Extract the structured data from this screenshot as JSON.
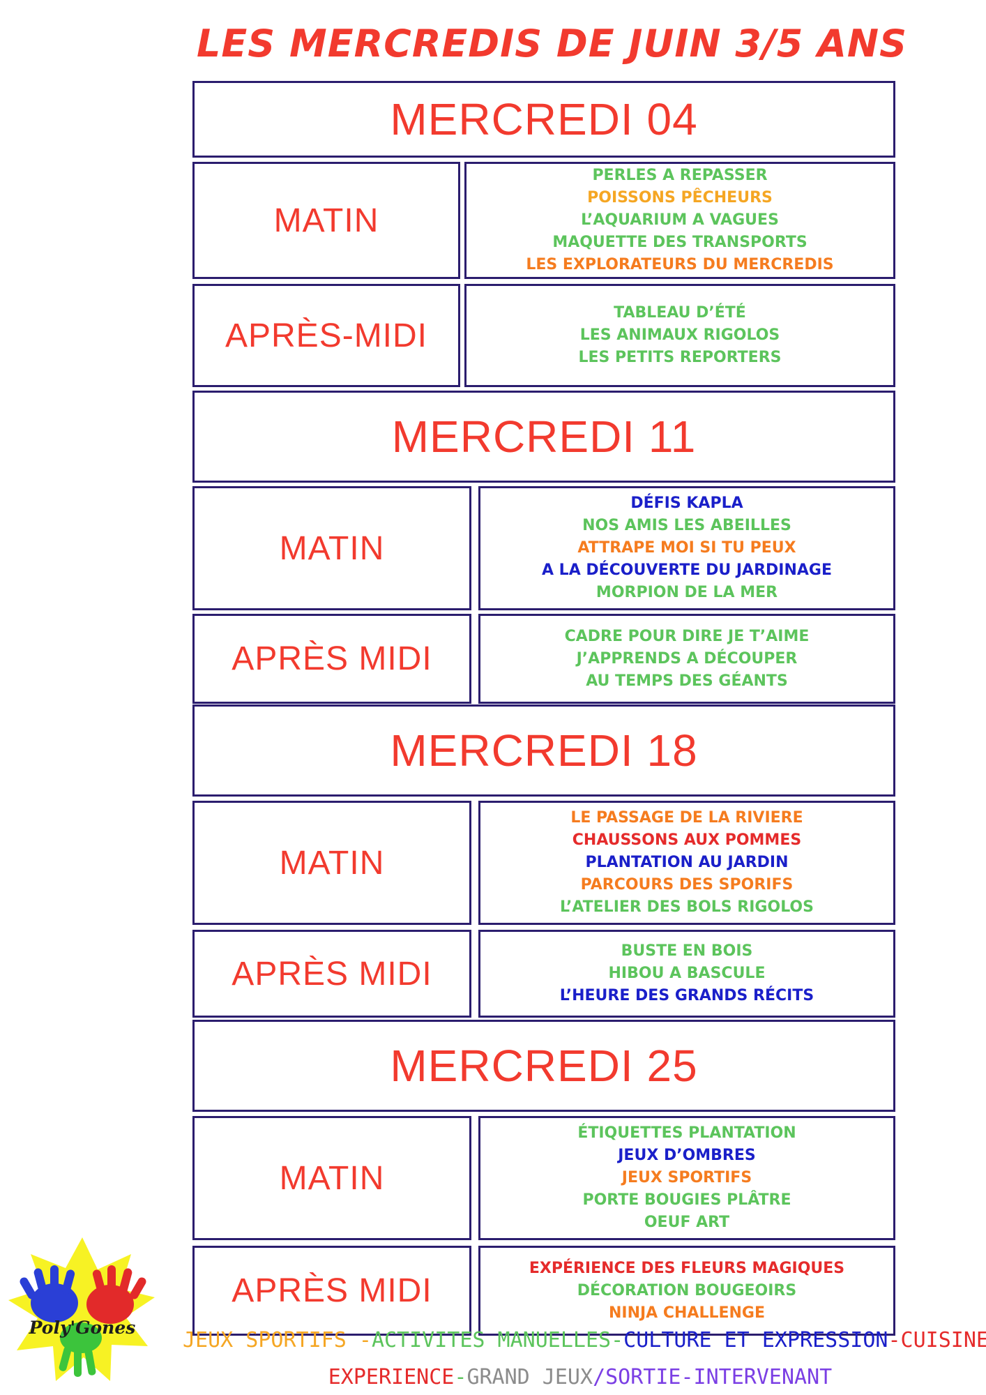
{
  "title": "LES MERCREDIS DE JUIN 3/5 ANS",
  "colors": {
    "accent_red": "#f23a2e",
    "border": "#2b1d6e",
    "green": "#5cc45c",
    "orange": "#f5a623",
    "deep_orange": "#f57c1f",
    "blue": "#1a1fc9",
    "red": "#e52b2b",
    "gray": "#8c8c8c",
    "purple": "#7b3fe4"
  },
  "days": [
    {
      "label": "MERCREDI 04",
      "morning": {
        "label": "MATIN",
        "activities": [
          {
            "text": "PERLES A REPASSER",
            "color": "#5cc45c"
          },
          {
            "text": "POISSONS PÊCHEURS",
            "color": "#f5a623"
          },
          {
            "text": "L’AQUARIUM A VAGUES",
            "color": "#5cc45c"
          },
          {
            "text": "MAQUETTE DES TRANSPORTS",
            "color": "#5cc45c"
          },
          {
            "text": "LES EXPLORATEURS DU MERCREDIS",
            "color": "#f57c1f"
          }
        ]
      },
      "afternoon": {
        "label": "APRÈS-MIDI",
        "activities": [
          {
            "text": "TABLEAU D’ÉTÉ",
            "color": "#5cc45c"
          },
          {
            "text": "LES ANIMAUX RIGOLOS",
            "color": "#5cc45c"
          },
          {
            "text": "LES PETITS REPORTERS",
            "color": "#5cc45c"
          }
        ]
      }
    },
    {
      "label": "MERCREDI 11",
      "morning": {
        "label": "MATIN",
        "activities": [
          {
            "text": "DÉFIS KAPLA",
            "color": "#1a1fc9"
          },
          {
            "text": "NOS AMIS LES ABEILLES",
            "color": "#5cc45c"
          },
          {
            "text": "ATTRAPE MOI SI TU PEUX",
            "color": "#f57c1f"
          },
          {
            "text": "A LA DÉCOUVERTE DU JARDINAGE",
            "color": "#1a1fc9"
          },
          {
            "text": "MORPION DE LA MER",
            "color": "#5cc45c"
          }
        ]
      },
      "afternoon": {
        "label": "APRÈS MIDI",
        "activities": [
          {
            "text": "CADRE POUR DIRE JE T’AIME",
            "color": "#5cc45c"
          },
          {
            "text": "J’APPRENDS A DÉCOUPER",
            "color": "#5cc45c"
          },
          {
            "text": "AU TEMPS DES GÉANTS",
            "color": "#5cc45c"
          }
        ]
      }
    },
    {
      "label": "MERCREDI 18",
      "morning": {
        "label": "MATIN",
        "activities": [
          {
            "text": "LE PASSAGE DE LA RIVIERE",
            "color": "#f57c1f"
          },
          {
            "text": "CHAUSSONS AUX POMMES",
            "color": "#e52b2b"
          },
          {
            "text": "PLANTATION AU JARDIN",
            "color": "#1a1fc9"
          },
          {
            "text": "PARCOURS DES SPORIFS",
            "color": "#f57c1f"
          },
          {
            "text": "L’ATELIER DES BOLS RIGOLOS",
            "color": "#5cc45c"
          }
        ]
      },
      "afternoon": {
        "label": "APRÈS MIDI",
        "activities": [
          {
            "text": "BUSTE EN BOIS",
            "color": "#5cc45c"
          },
          {
            "text": "HIBOU A BASCULE",
            "color": "#5cc45c"
          },
          {
            "text": "L’HEURE DES GRANDS RÉCITS",
            "color": "#1a1fc9"
          }
        ]
      }
    },
    {
      "label": "MERCREDI 25",
      "morning": {
        "label": "MATIN",
        "activities": [
          {
            "text": "ÉTIQUETTES PLANTATION",
            "color": "#5cc45c"
          },
          {
            "text": "JEUX D’OMBRES",
            "color": "#1a1fc9"
          },
          {
            "text": "JEUX SPORTIFS",
            "color": "#f57c1f"
          },
          {
            "text": "PORTE BOUGIES PLÂTRE",
            "color": "#5cc45c"
          },
          {
            "text": "OEUF ART",
            "color": "#5cc45c"
          }
        ]
      },
      "afternoon": {
        "label": "APRÈS MIDI",
        "activities": [
          {
            "text": "EXPÉRIENCE DES FLEURS MAGIQUES",
            "color": "#e52b2b"
          },
          {
            "text": "DÉCORATION BOUGEOIRS",
            "color": "#5cc45c"
          },
          {
            "text": "NINJA CHALLENGE",
            "color": "#f57c1f"
          }
        ]
      }
    }
  ],
  "logo": {
    "text": "Poly'Gones",
    "icon": "hands-logo-icon"
  },
  "legend": {
    "line1": [
      {
        "text": "JEUX SPORTIFS ",
        "color": "#f5a623"
      },
      {
        "text": "-",
        "color": "#f5a623"
      },
      {
        "text": "ACTIVITES MANUELLES",
        "color": "#5cc45c"
      },
      {
        "text": "-",
        "color": "#5cc45c"
      },
      {
        "text": "CULTURE ET EXPRESSION",
        "color": "#1a1fc9"
      },
      {
        "text": "-",
        "color": "#e52b2b"
      },
      {
        "text": "CUISINE/",
        "color": "#e52b2b"
      }
    ],
    "line2": [
      {
        "text": "EXPERIENCE",
        "color": "#e52b2b"
      },
      {
        "text": "-",
        "color": "#5cc45c"
      },
      {
        "text": "GRAND JEUX",
        "color": "#8c8c8c"
      },
      {
        "text": "/",
        "color": "#7b3fe4"
      },
      {
        "text": "SORTIE-INTERVENANT",
        "color": "#7b3fe4"
      }
    ]
  }
}
